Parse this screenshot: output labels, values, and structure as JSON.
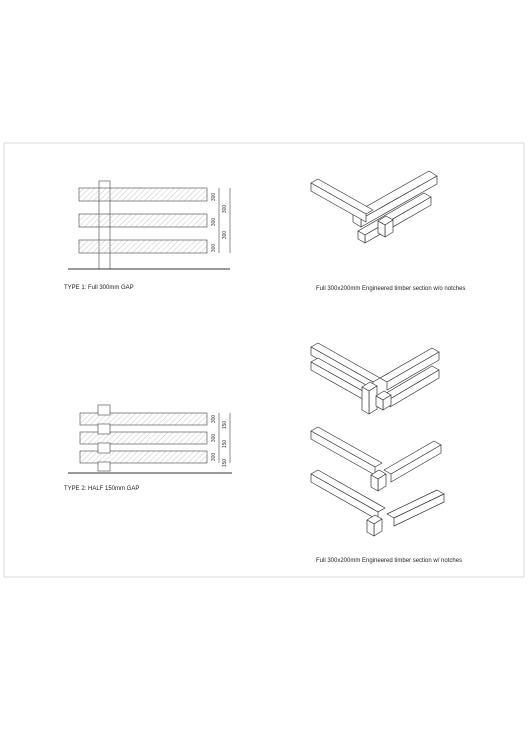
{
  "drawing": {
    "type1": {
      "caption": "TYPE 1: Full 300mm GAP",
      "dimensions": [
        "300",
        "300",
        "300",
        "300",
        "300"
      ]
    },
    "type2": {
      "caption": "TYPE 2: HALF 150mm GAP",
      "dimensions": [
        "300",
        "300",
        "300",
        "150",
        "150",
        "150"
      ]
    },
    "iso_top": {
      "caption": "Full 300x200mm Engineered timber section w/o notches"
    },
    "iso_bottom": {
      "caption": "Full 300x200mm Engineered timber  section w/ notches"
    }
  }
}
